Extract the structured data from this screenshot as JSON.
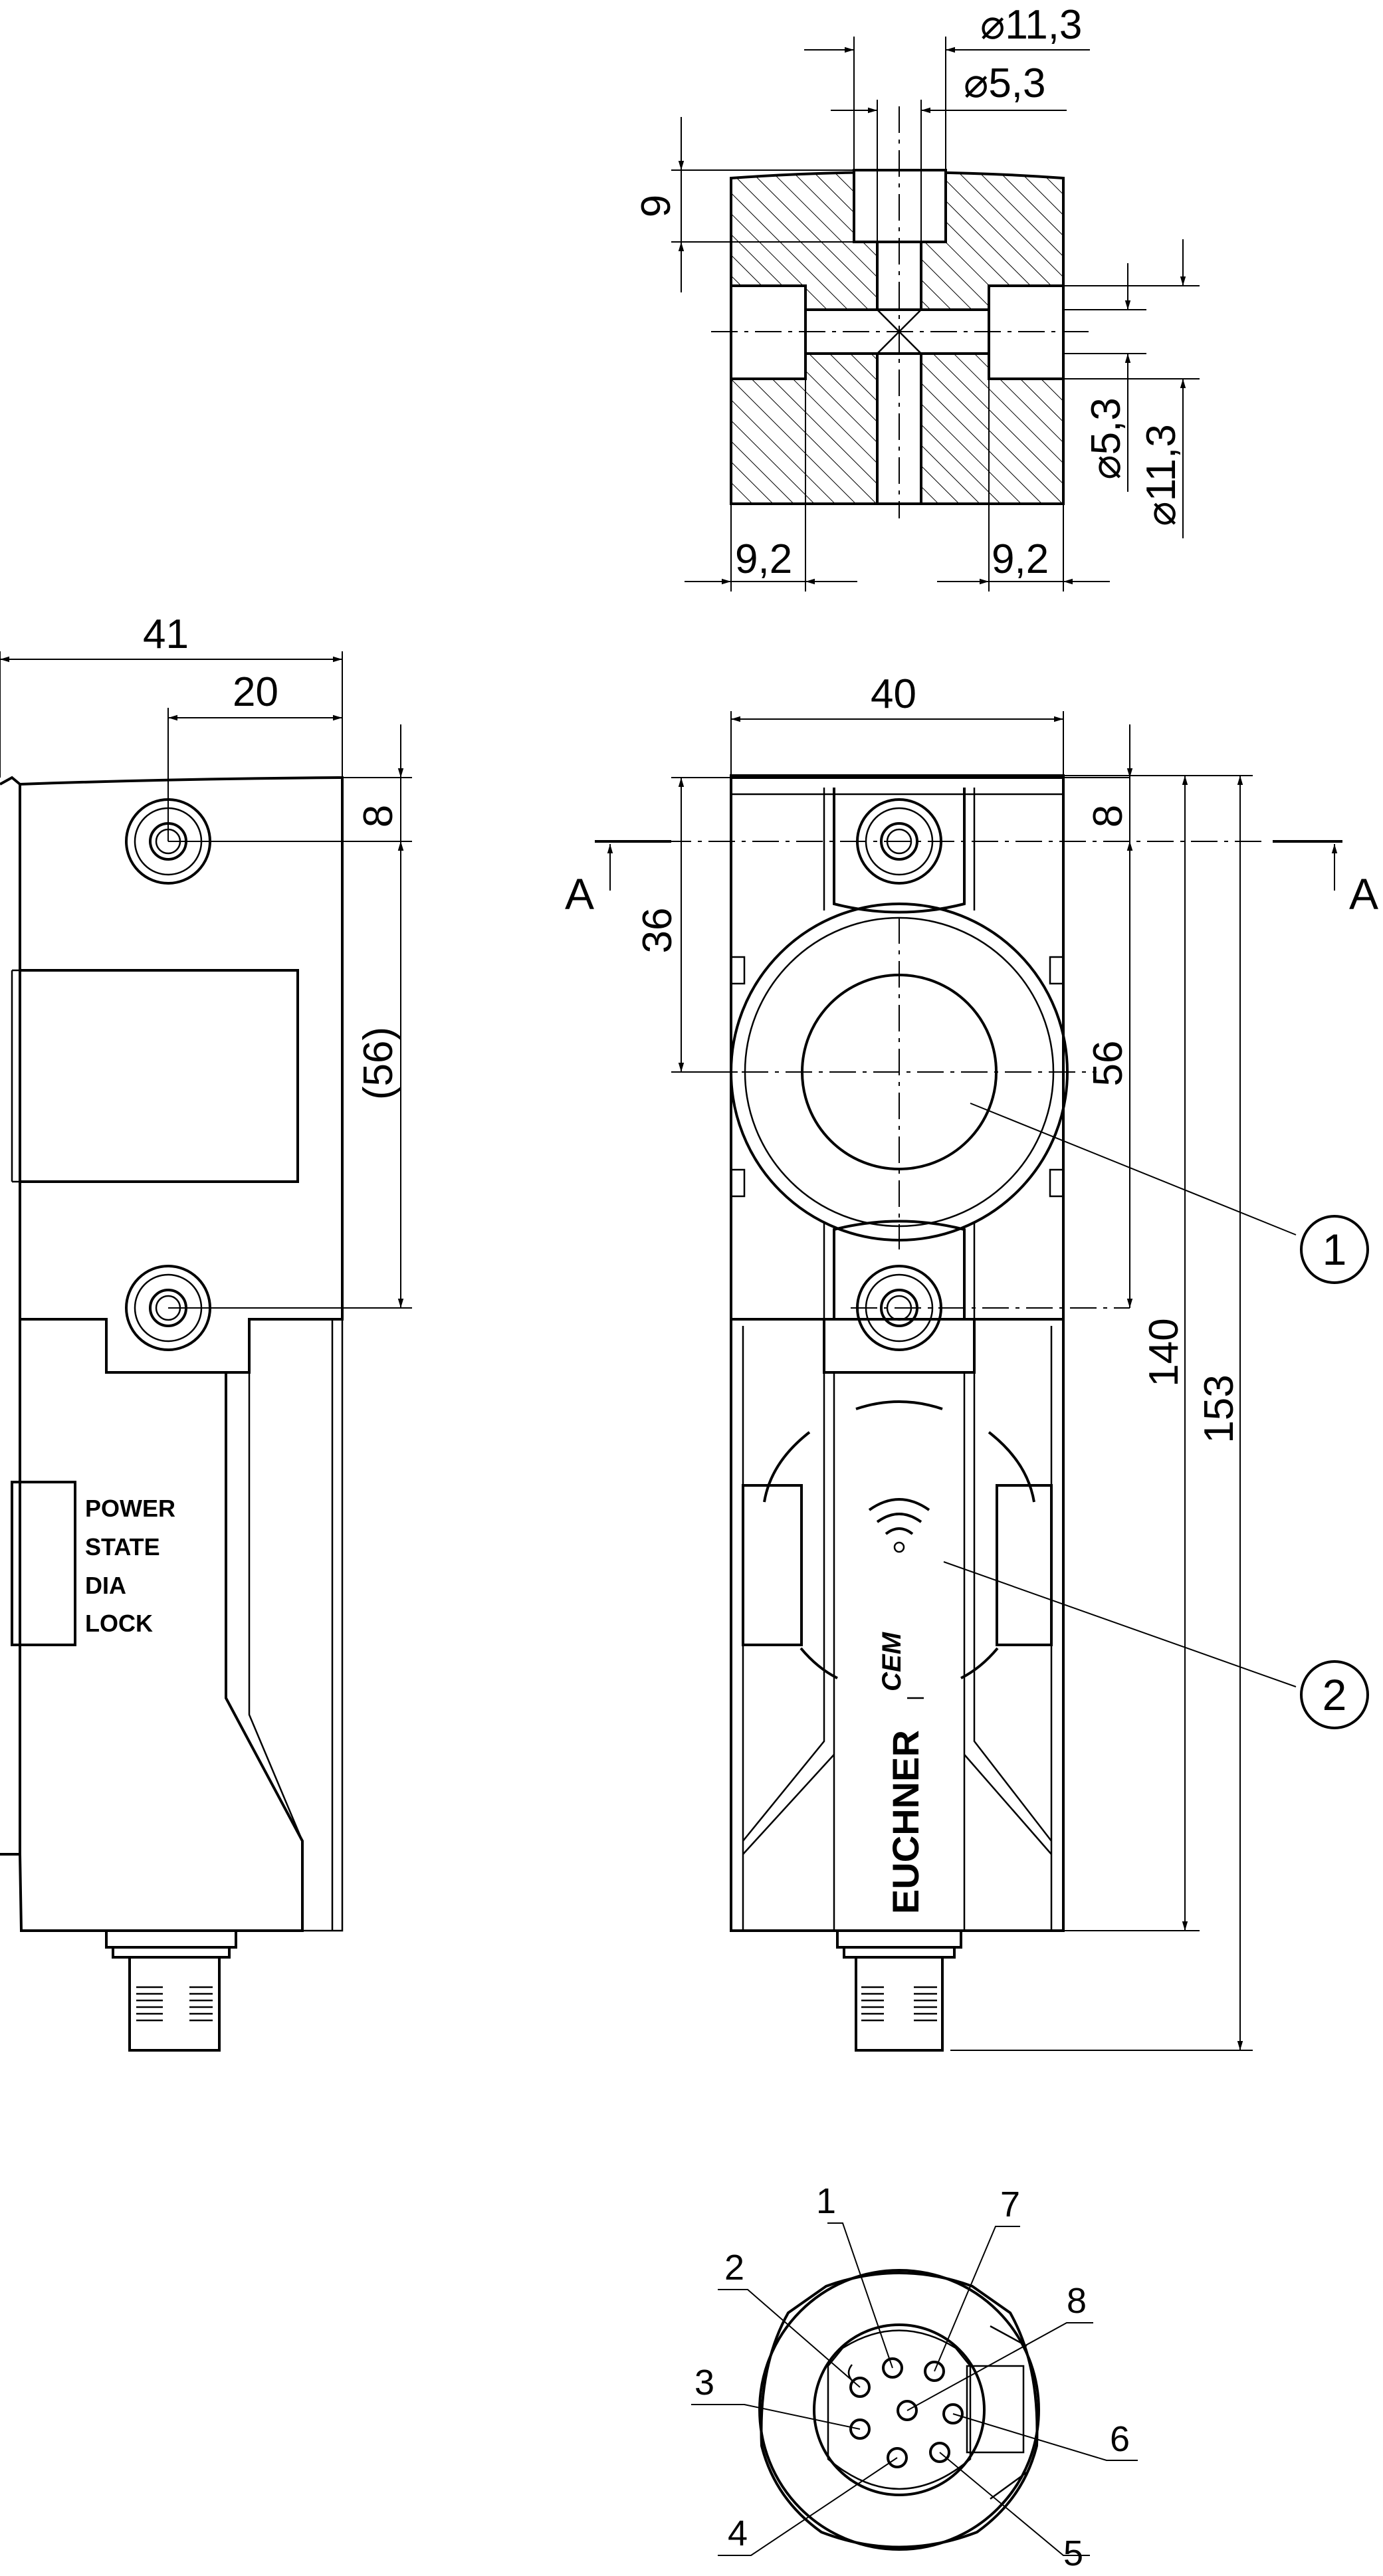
{
  "section_view": {
    "dim_outer_bore_top": "⌀11,3",
    "dim_inner_bore_top": "⌀5,3",
    "dim_counterbore_depth": "9",
    "dim_inner_bore_side": "⌀5,3",
    "dim_outer_bore_side": "⌀11,3",
    "dim_left_counterbore": "9,2",
    "dim_right_counterbore": "9,2"
  },
  "side_view": {
    "dim_total_width": "41",
    "dim_hole_offset": "20",
    "dim_top_hole": "8",
    "dim_hole_spacing": "(56)",
    "leds": [
      "POWER",
      "STATE",
      "DIA",
      "LOCK"
    ]
  },
  "front_view": {
    "dim_width": "40",
    "dim_top_hole": "8",
    "dim_head_center": "36",
    "dim_hole_spacing": "56",
    "dim_body_height": "140",
    "dim_total_height": "153",
    "section_marker_left": "A",
    "section_marker_right": "A",
    "brand_name": "EUCHNER",
    "brand_suffix": "CEM",
    "callouts": [
      "1",
      "2"
    ]
  },
  "connector_view": {
    "pin_labels": [
      "1",
      "2",
      "3",
      "4",
      "5",
      "6",
      "7",
      "8"
    ]
  }
}
